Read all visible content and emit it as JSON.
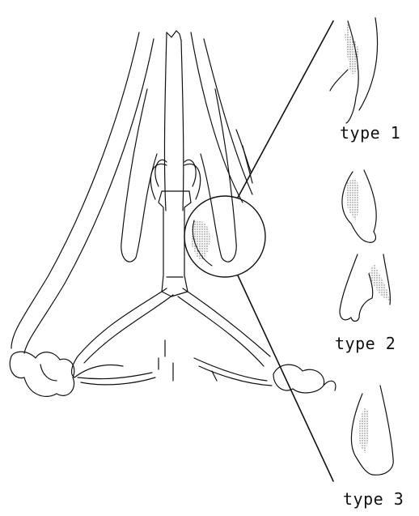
{
  "labels": {
    "type1": "type 1",
    "type2": "type 2",
    "type3": "type 3"
  },
  "colors": {
    "ink": "#111111",
    "stipple": "#333333",
    "paper": "#ffffff"
  }
}
